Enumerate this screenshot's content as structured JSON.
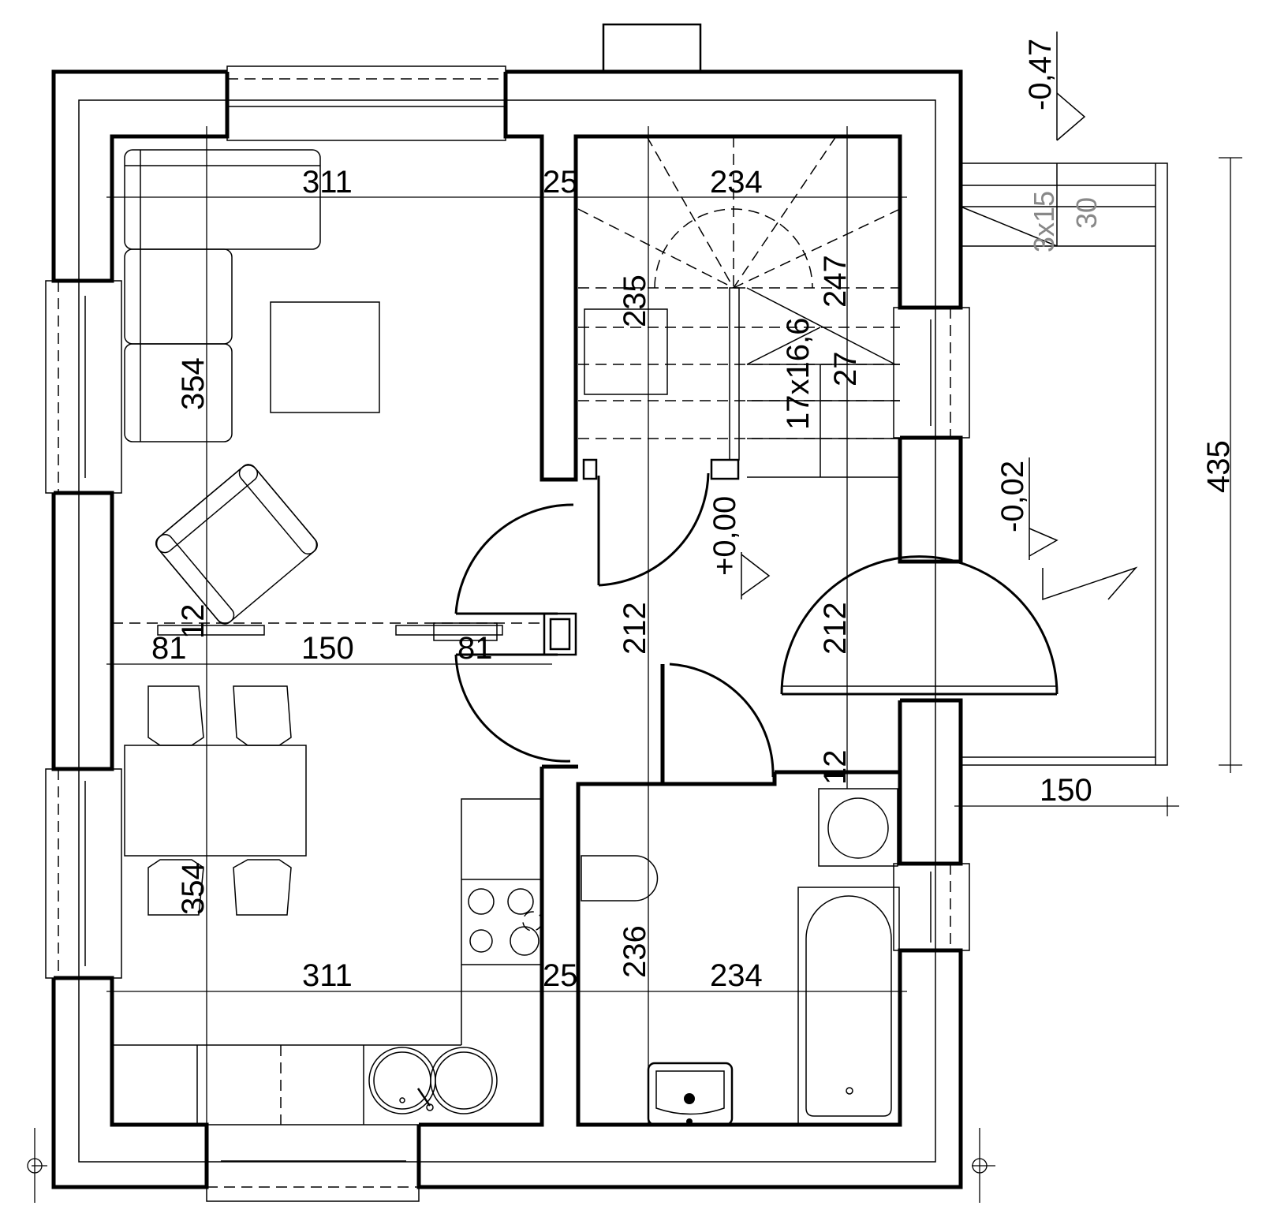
{
  "plan": {
    "dimensions": {
      "living_width": "311",
      "wall_25_top": "25",
      "stair_width": "234",
      "living_depth": "354",
      "dining_depth": "354",
      "stair_235": "235",
      "stair_247": "247",
      "stair_steps": "17x16,6",
      "stair_27": "27",
      "door_12_left": "12",
      "door_81_left": "81",
      "opening_150": "150",
      "door_81_right": "81",
      "hall_212_a": "212",
      "hall_212_b": "212",
      "kitchen_width": "311",
      "wall_25_bottom": "25",
      "bath_width": "234",
      "bath_236": "236",
      "door_12_bath": "12",
      "terrace_150": "150",
      "terrace_435": "435",
      "step_3x15": "3x15",
      "step_30": "30"
    },
    "levels": {
      "level_top": "-0,47",
      "level_terrace": "-0,02",
      "level_floor": "+0,00"
    }
  }
}
